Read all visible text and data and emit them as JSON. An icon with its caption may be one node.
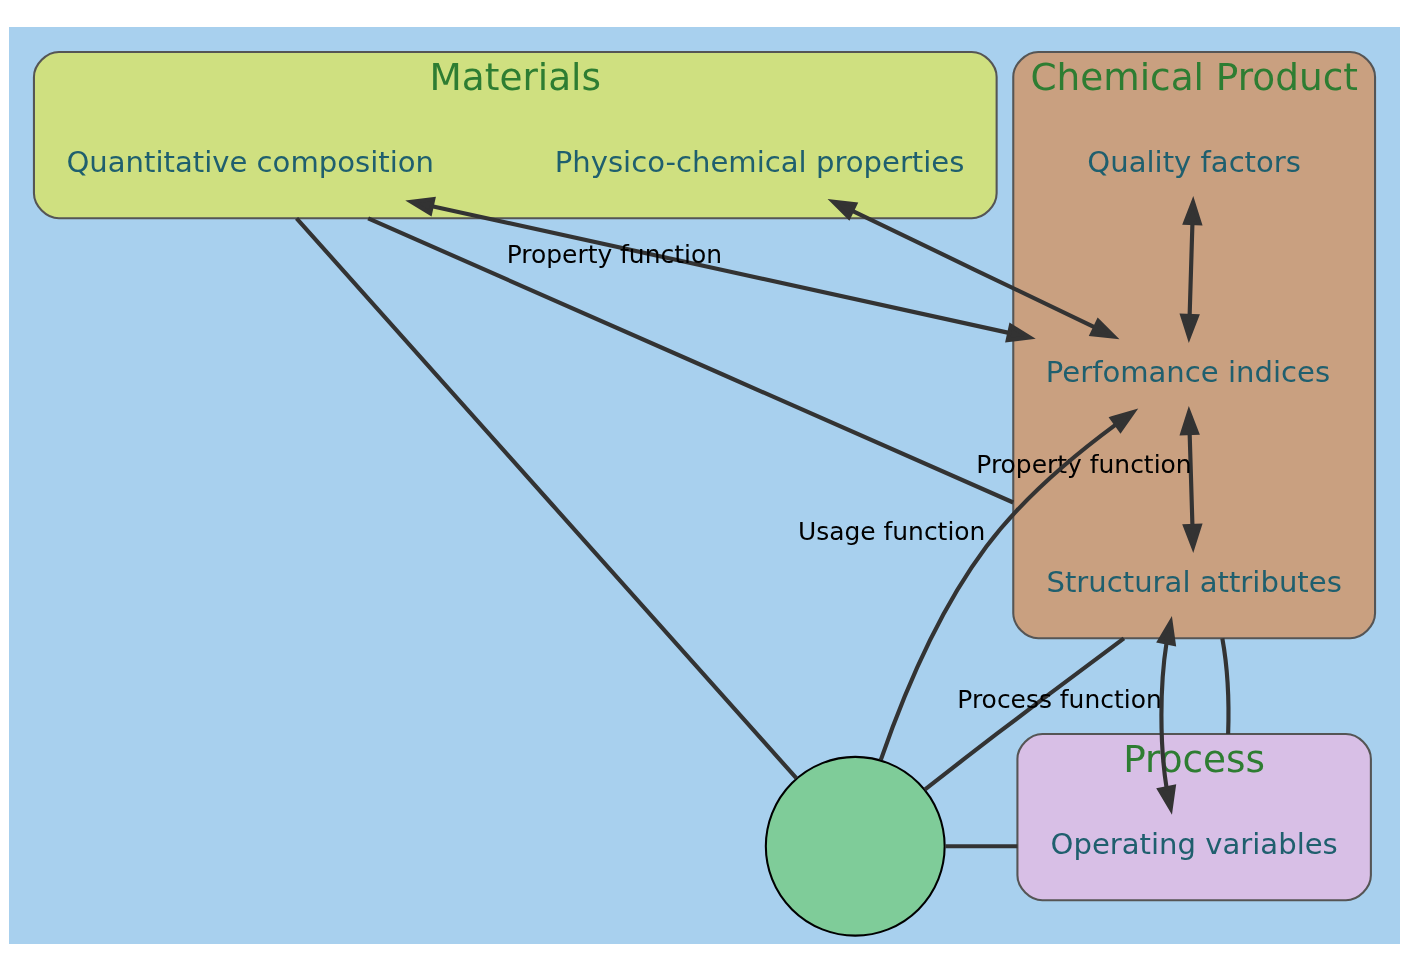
{
  "diagram": {
    "nodes": [
      {
        "text": [
          "Chemical Product"
        ]
      },
      {
        "text": [
          "Quality factors"
        ],
        "in": 0
      },
      {
        "text": [
          "Perfomance indices"
        ],
        "in": 0
      },
      {
        "text": [
          "Structural attributes"
        ],
        "in": 0
      },
      {
        "text": [
          "Materials"
        ]
      },
      {
        "text": [
          "Quantitative composition"
        ],
        "in": 4
      },
      {
        "text": [
          "Physico-chemical properties"
        ],
        "in": 4
      },
      {
        "text": [
          "Process"
        ]
      },
      {
        "text": [
          "Operating variables"
        ],
        "in": 7
      },
      {
        "text": [],
        "shape": "circle"
      }
    ],
    "edges": [
      {
        "from": 1,
        "to": 2,
        "arrow": "both"
      },
      {
        "from": 2,
        "to": 3,
        "arrow": "both",
        "label": "Property function"
      },
      {
        "from": 5,
        "to": 2,
        "arrow": "both",
        "label": "Property function"
      },
      {
        "from": 6,
        "to": 2,
        "arrow": "both"
      },
      {
        "from": 9,
        "to": 2,
        "arrow": "to",
        "label": "Usage function"
      },
      {
        "from": 3,
        "to": 8,
        "arrow": "both",
        "label": "Process function"
      },
      {
        "from": 0,
        "to": 4,
        "arrow": "none"
      },
      {
        "from": 0,
        "to": 9,
        "arrow": "none"
      },
      {
        "from": 0,
        "to": 7,
        "arrow": "none"
      },
      {
        "from": 4,
        "to": 9,
        "arrow": "none"
      },
      {
        "from": 7,
        "to": 9,
        "arrow": "none"
      }
    ]
  }
}
